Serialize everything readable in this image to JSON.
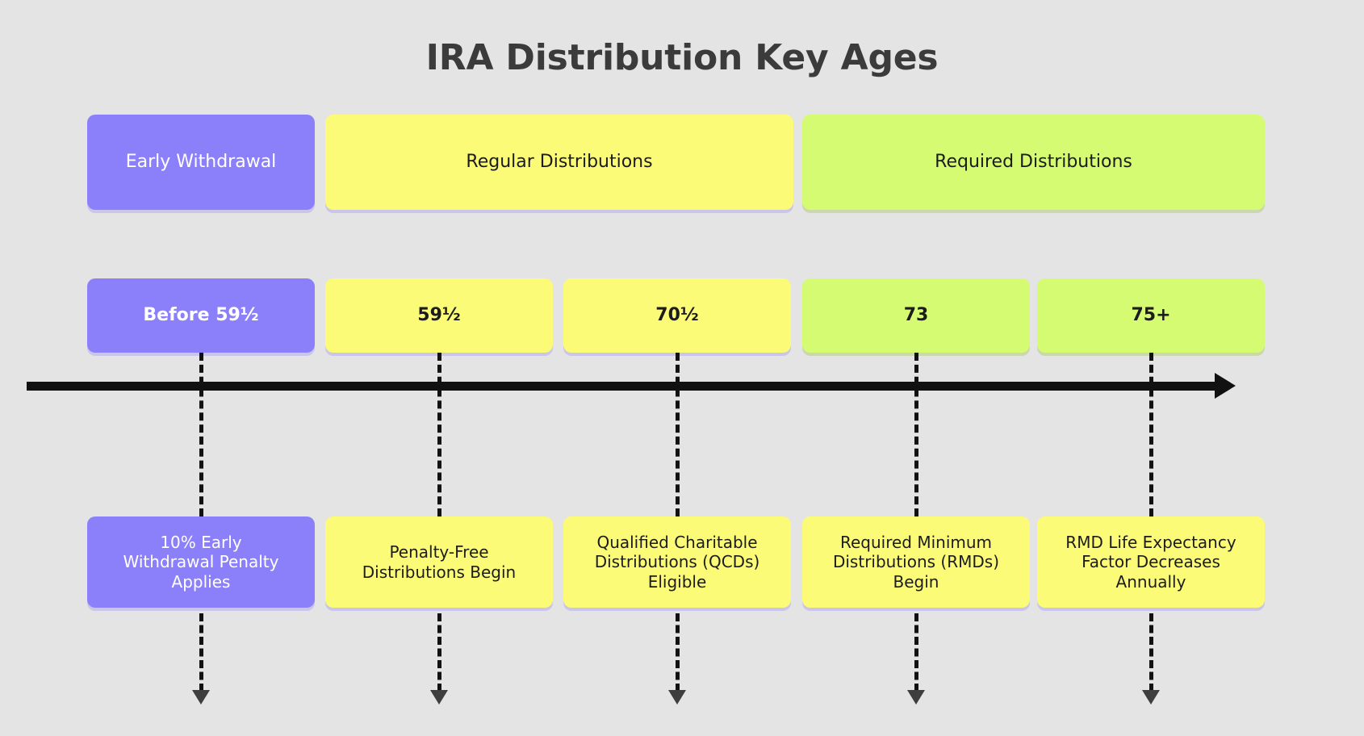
{
  "page": {
    "title": "IRA Distribution Key Ages",
    "background_color": "#e4e4e4",
    "title_color": "#3b3b3b"
  },
  "colors": {
    "purple": "#8c80fa",
    "yellow": "#fbfb78",
    "green": "#d5fb73",
    "axis": "#111111",
    "connector": "#121212"
  },
  "categories": [
    {
      "label": "Early Withdrawal",
      "color": "purple"
    },
    {
      "label": "Regular Distributions",
      "color": "yellow"
    },
    {
      "label": "Required Distributions",
      "color": "green"
    }
  ],
  "milestones": [
    {
      "age": "Before 59½",
      "description": "10% Early\nWithdrawal Penalty\nApplies",
      "color": "purple"
    },
    {
      "age": "59½",
      "description": "Penalty-Free\nDistributions Begin",
      "color": "yellow"
    },
    {
      "age": "70½",
      "description": "Qualified Charitable\nDistributions (QCDs)\nEligible",
      "color": "yellow"
    },
    {
      "age": "73",
      "description": "Required Minimum\nDistributions (RMDs)\nBegin",
      "color": "green"
    },
    {
      "age": "75+",
      "description": "RMD Life Expectancy\nFactor Decreases\nAnnually",
      "color": "green"
    }
  ],
  "timeline": {
    "axis_name": "age-timeline-axis",
    "direction": "left-to-right"
  }
}
